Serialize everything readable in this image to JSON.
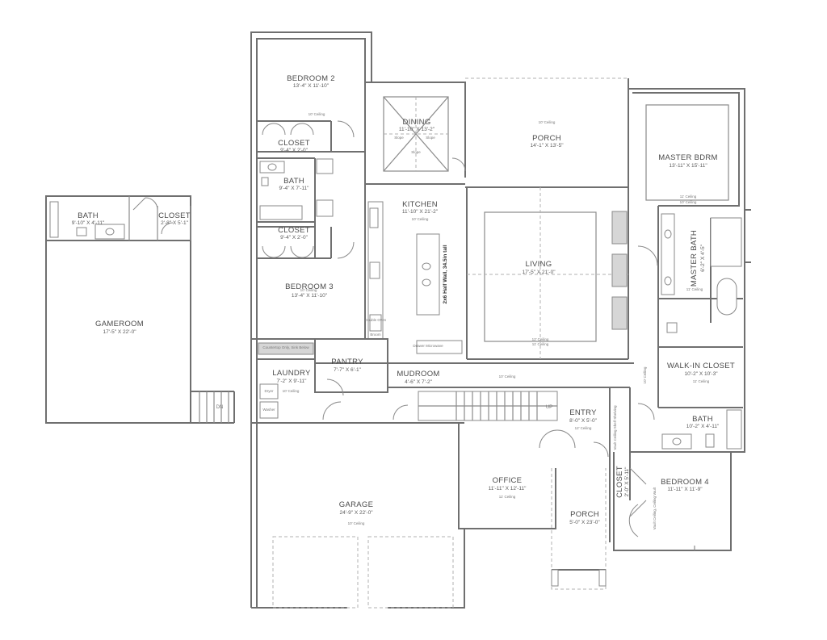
{
  "rooms": {
    "bedroom2": {
      "name": "BEDROOM 2",
      "dim": "13'-4\" X 11'-10\"",
      "note": "10' Ceiling"
    },
    "closet_b2": {
      "name": "CLOSET",
      "dim": "9'-4\" X 2'-0\""
    },
    "bath_hall": {
      "name": "BATH",
      "dim": "9'-4\" X 7'-11\""
    },
    "closet_b3": {
      "name": "CLOSET",
      "dim": "9'-4\" X 2'-0\""
    },
    "bedroom3": {
      "name": "BEDROOM 3",
      "dim": "13'-4\" X 11'-10\"",
      "note": "10' Ceiling"
    },
    "dining": {
      "name": "DINING",
      "dim": "11'-10\" X 13'-2\"",
      "slope1": "Slope",
      "slope2": "Slope",
      "slope3": "Slope"
    },
    "porch_back": {
      "name": "PORCH",
      "dim": "14'-1\" X 13'-5\"",
      "note": "10' Ceiling"
    },
    "kitchen": {
      "name": "KITCHEN",
      "dim": "11'-10\" X 21'-2\"",
      "note": "10' Ceiling",
      "island": "2x6 Half Wall, 34.5in tall",
      "drawer": "Drawer Microwave",
      "broom": "Broom",
      "double_oven": "Double Oven"
    },
    "living": {
      "name": "LIVING",
      "dim": "17'-5\" X 21'-0\"",
      "note1": "12' Ceiling",
      "note2": "11' Ceiling"
    },
    "master_bdrm": {
      "name": "MASTER BDRM",
      "dim": "13'-11\" X 15'-11\"",
      "note1": "11' Ceiling",
      "note2": "10' Ceiling"
    },
    "master_bath": {
      "name": "MASTER BATH",
      "dim": "6'-2\" X 4'-5\"",
      "note": "11' Ceiling"
    },
    "walkin_closet": {
      "name": "WALK-IN CLOSET",
      "dim": "10'-2\" X 10'-3\"",
      "note": "11' Ceiling"
    },
    "bath_b4": {
      "name": "BATH",
      "dim": "10'-2\" X 4'-11\""
    },
    "bedroom4": {
      "name": "BEDROOM 4",
      "dim": "11'-11\" X 11'-9\"",
      "note": "Vault Ceiling, Ceiling Vault"
    },
    "closet_b4": {
      "name": "CLOSET",
      "dim": "2'-0\" X 5'-11\""
    },
    "entry": {
      "name": "ENTRY",
      "dim": "8'-0\" X 5'-0\"",
      "note": "12' Ceiling",
      "shelf": "Vault Ceiling Shelf Shelving"
    },
    "mudroom": {
      "name": "MUDROOM",
      "dim": "4'-6\" X 7'-2\"",
      "note": "10' Ceiling"
    },
    "pantry": {
      "name": "PANTRY",
      "dim": "7'-7\" X 6'-1\""
    },
    "laundry": {
      "name": "LAUNDRY",
      "dim": "7'-2\" X 9'-11\"",
      "note": "10' Ceiling",
      "dryer": "Dryer",
      "washer": "Washer",
      "counter": "Countertop Only, Sink Below"
    },
    "office": {
      "name": "OFFICE",
      "dim": "11'-11\" X 12'-11\"",
      "note": "11' Ceiling"
    },
    "porch_front": {
      "name": "PORCH",
      "dim": "5'-0\" X 23'-0\""
    },
    "garage": {
      "name": "GARAGE",
      "dim": "24'-9\" X 22'-0\"",
      "note": "10' Ceiling"
    },
    "gameroom": {
      "name": "GAMEROOM",
      "dim": "17'-5\" X 22'-0\""
    },
    "bath_game": {
      "name": "BATH",
      "dim": "9'-10\" X 4'-11\""
    },
    "closet_game": {
      "name": "CLOSET",
      "dim": "2'-8\" X 5'-1\""
    }
  },
  "stairs": {
    "up": "UP",
    "dn": "DN"
  },
  "hall_note": "10' Ceiling"
}
